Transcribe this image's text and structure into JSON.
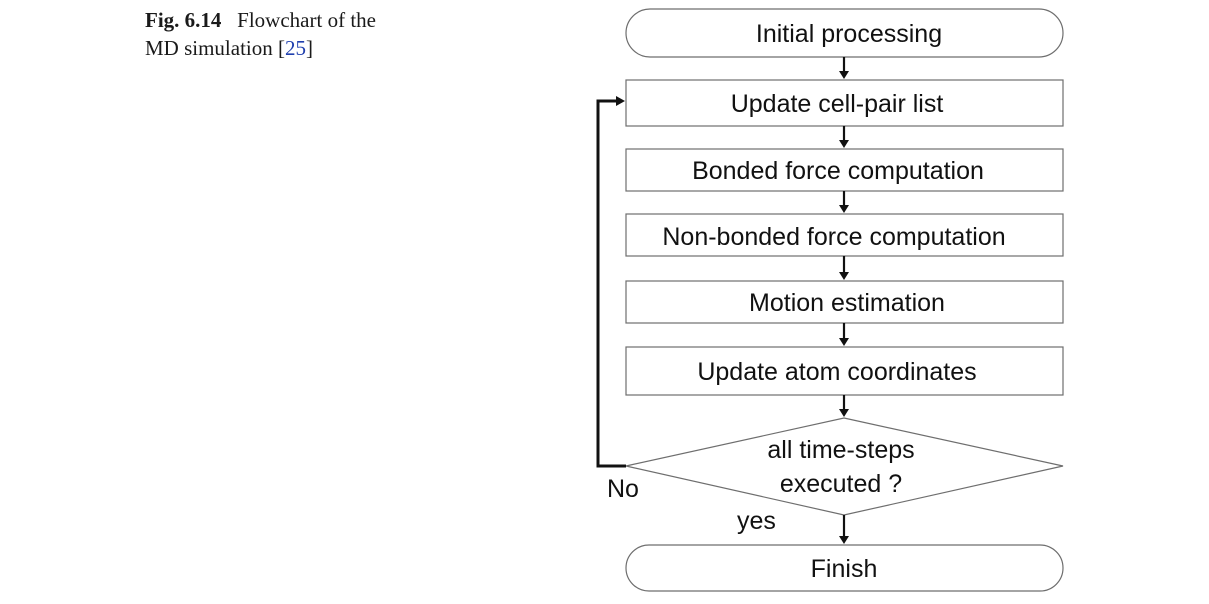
{
  "caption": {
    "label": "Fig. 6.14",
    "text_line1": "Flowchart of the",
    "text_line2": "MD simulation [",
    "ref": "25",
    "close": "]"
  },
  "flowchart": {
    "start": "Initial processing",
    "steps": [
      "Update cell-pair list",
      "Bonded force computation",
      "Non-bonded force computation",
      "Motion estimation",
      "Update atom coordinates"
    ],
    "decision": {
      "line1": "all time-steps",
      "line2": "executed ?",
      "no_label": "No",
      "yes_label": "yes"
    },
    "end": "Finish"
  }
}
